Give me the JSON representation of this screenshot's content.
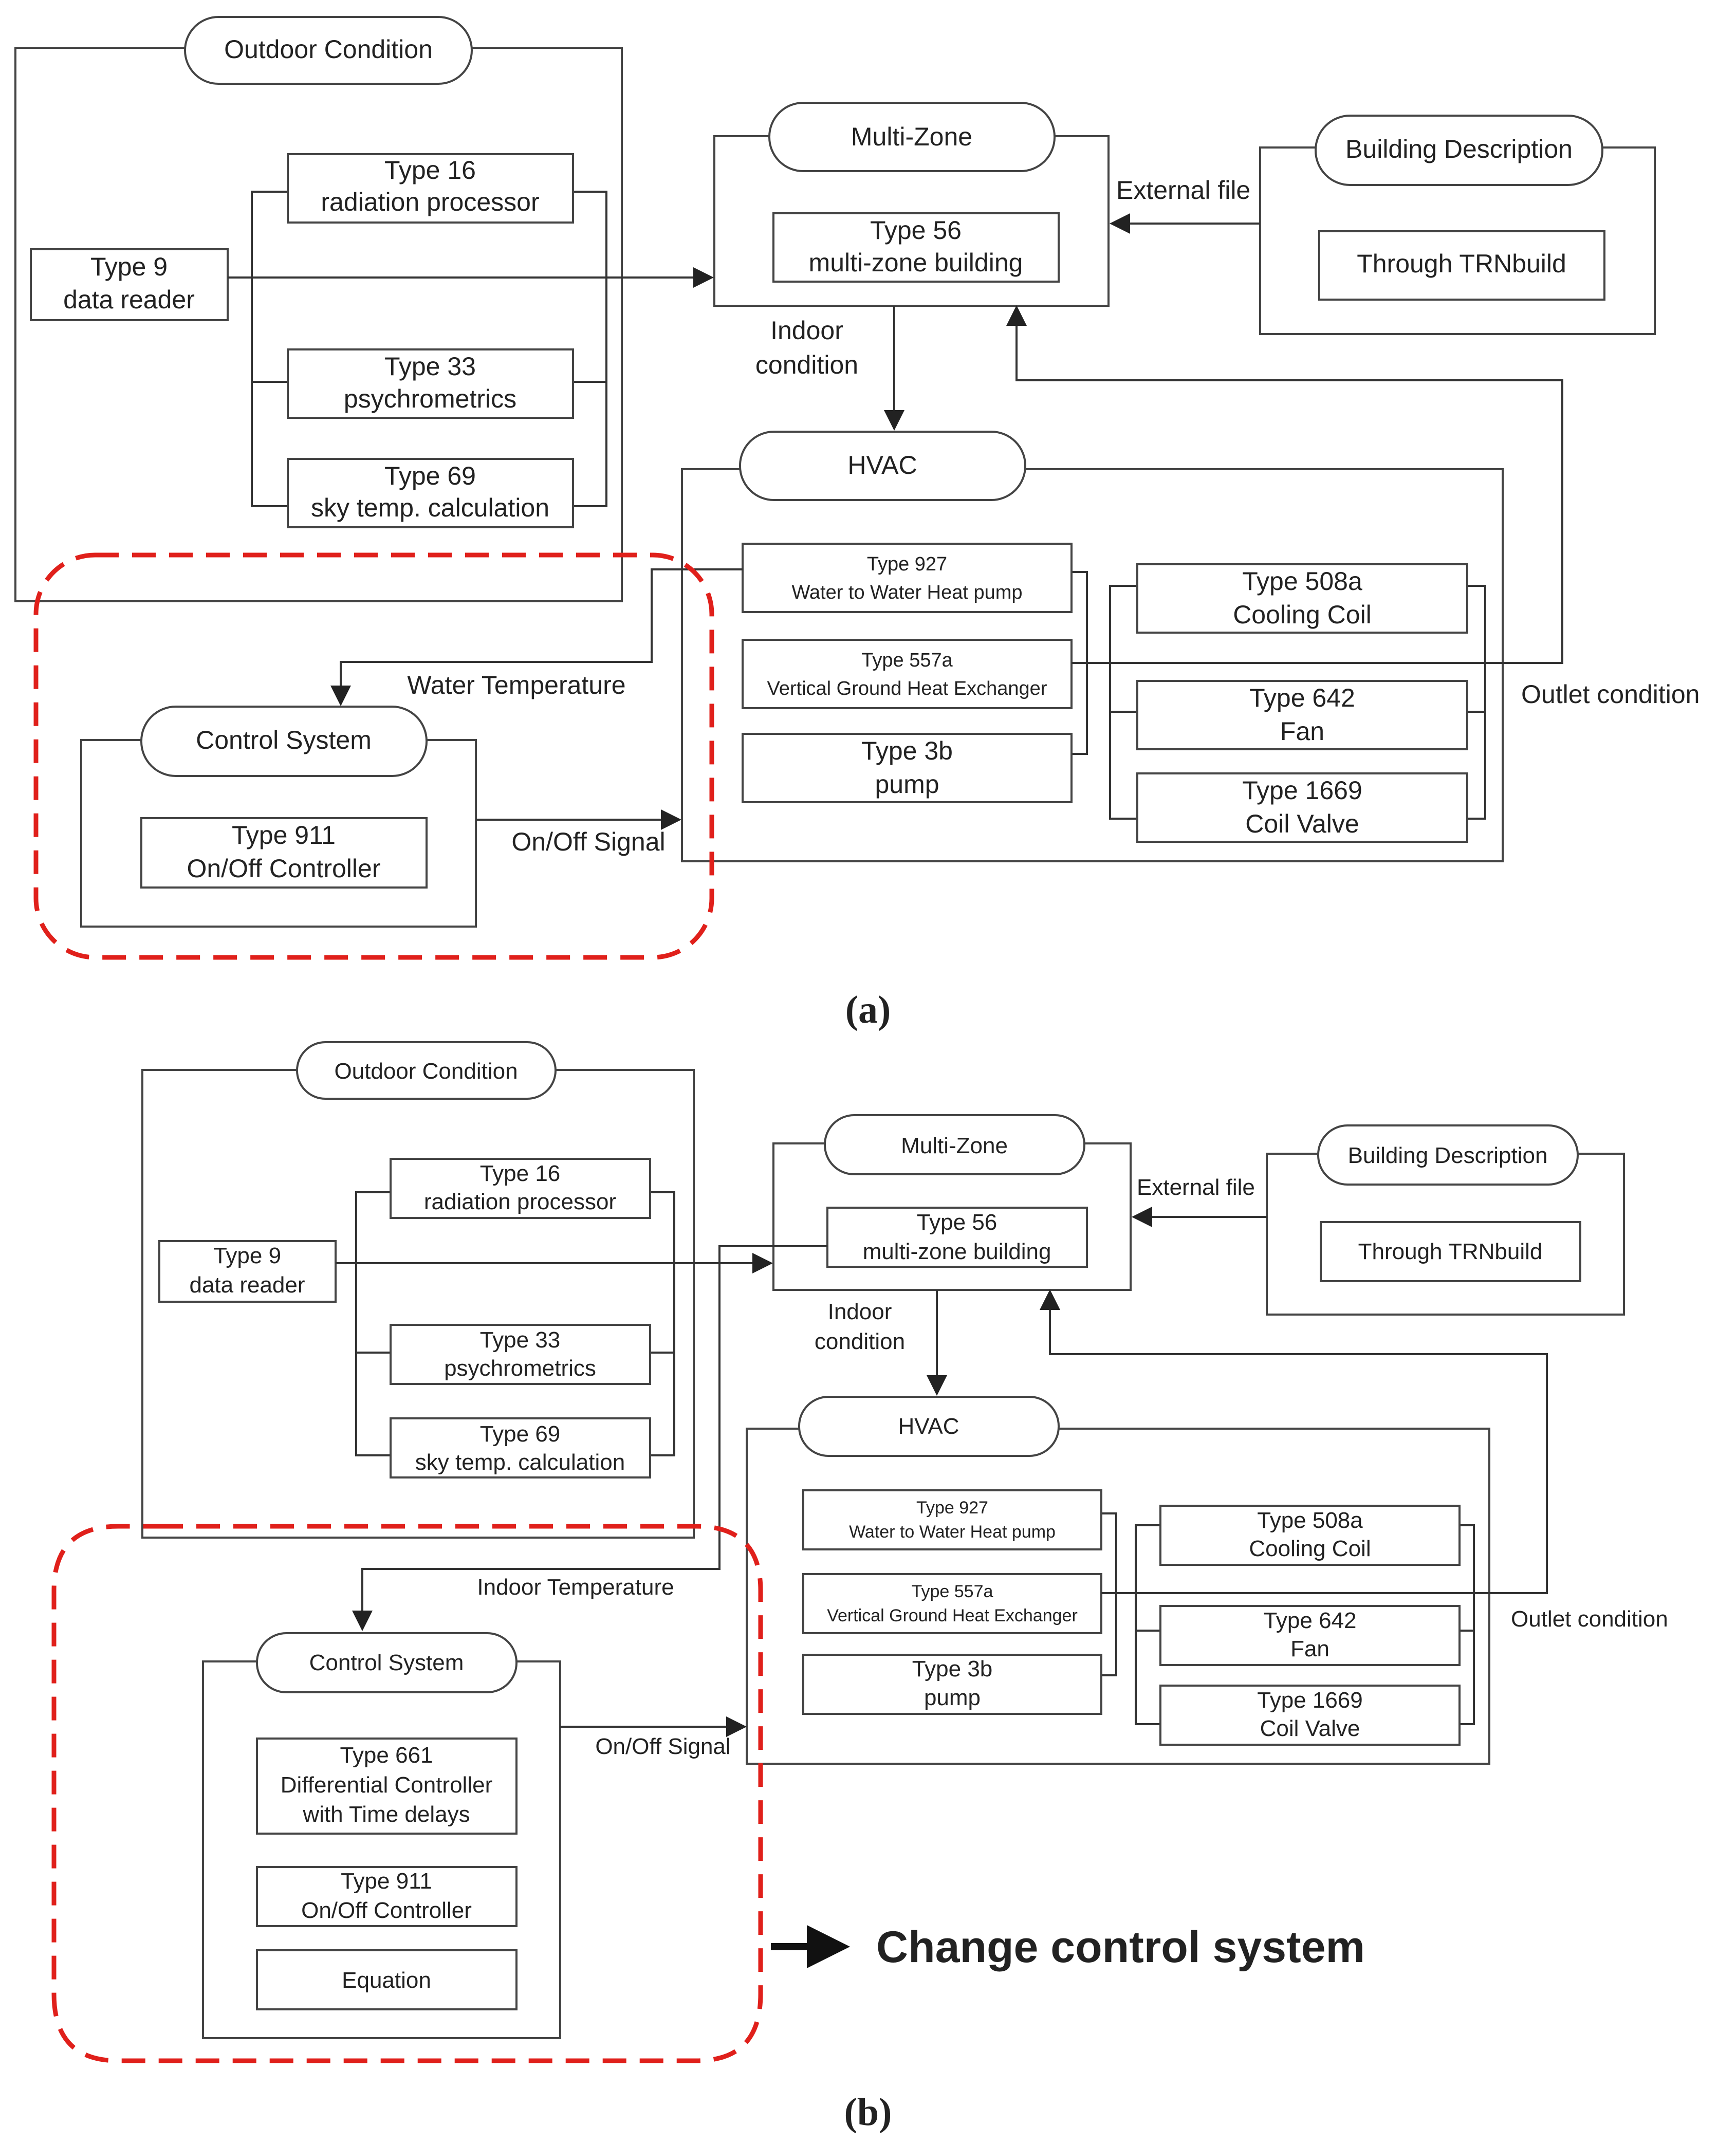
{
  "a": {
    "outdoor": "Outdoor Condition",
    "type16": [
      "Type 16",
      "radiation processor"
    ],
    "type9": [
      "Type 9",
      "data reader"
    ],
    "type33": [
      "Type 33",
      "psychrometrics"
    ],
    "type69": [
      "Type 69",
      "sky temp. calculation"
    ],
    "multizone": "Multi-Zone",
    "type56": [
      "Type 56",
      "multi-zone building"
    ],
    "external_file": "External file",
    "building": "Building Description",
    "trnbuild": "Through TRNbuild",
    "indoor_condition": [
      "Indoor",
      "condition"
    ],
    "hvac": "HVAC",
    "type927": [
      "Type 927",
      "Water to Water Heat pump"
    ],
    "type557a": [
      "Type 557a",
      "Vertical Ground Heat Exchanger"
    ],
    "type3b": [
      "Type 3b",
      "pump"
    ],
    "type508a": [
      "Type 508a",
      "Cooling Coil"
    ],
    "type642": [
      "Type 642",
      "Fan"
    ],
    "type1669": [
      "Type 1669",
      "Coil Valve"
    ],
    "outlet": "Outlet condition",
    "water_temp": "Water Temperature",
    "control": "Control System",
    "type911": [
      "Type 911",
      "On/Off Controller"
    ],
    "onoff": "On/Off Signal",
    "caption": [
      "(",
      "a",
      ")"
    ]
  },
  "b": {
    "outdoor": "Outdoor Condition",
    "type16": [
      "Type 16",
      "radiation processor"
    ],
    "type9": [
      "Type 9",
      "data reader"
    ],
    "type33": [
      "Type 33",
      "psychrometrics"
    ],
    "type69": [
      "Type 69",
      "sky temp. calculation"
    ],
    "multizone": "Multi-Zone",
    "type56": [
      "Type 56",
      "multi-zone building"
    ],
    "external_file": "External file",
    "building": "Building Description",
    "trnbuild": "Through TRNbuild",
    "indoor_condition": [
      "Indoor",
      "condition"
    ],
    "hvac": "HVAC",
    "type927": [
      "Type 927",
      "Water to Water Heat pump"
    ],
    "type557a": [
      "Type 557a",
      "Vertical Ground Heat Exchanger"
    ],
    "type3b": [
      "Type 3b",
      "pump"
    ],
    "type508a": [
      "Type 508a",
      "Cooling Coil"
    ],
    "type642": [
      "Type 642",
      "Fan"
    ],
    "type1669": [
      "Type 1669",
      "Coil Valve"
    ],
    "outlet": "Outlet condition",
    "indoor_temp": "Indoor Temperature",
    "control": "Control System",
    "type661": [
      "Type 661",
      "Differential Controller",
      "with Time delays"
    ],
    "type911": [
      "Type 911",
      "On/Off Controller"
    ],
    "equation": "Equation",
    "onoff": "On/Off Signal",
    "change": "Change control system",
    "caption": [
      "(",
      "b",
      ")"
    ]
  },
  "colors": {
    "highlight": "#e0201b",
    "line": "#444444"
  }
}
